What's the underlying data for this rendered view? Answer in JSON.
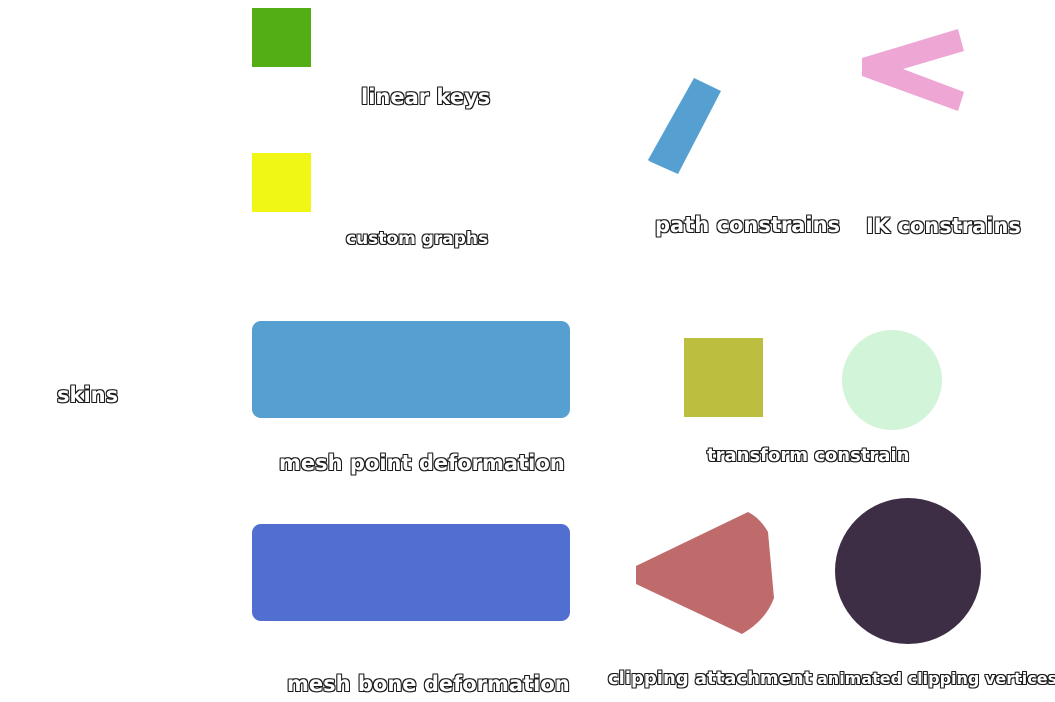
{
  "colors": {
    "linear_keys_square": "#52ae14",
    "custom_graphs_square": "#f0f715",
    "path_bar": "#55a0d1",
    "ik_chevron": "#eea7d5",
    "mesh_point_rect": "#55a0d1",
    "transform_square": "#bcbe40",
    "transform_circle": "#d2f5da",
    "mesh_bone_rect": "#506fd1",
    "clipping_polygon": "#bf6a6b",
    "animated_clipping_circle": "#3d2e46",
    "label_outline": "#1a1a1a",
    "label_fill": "#ffffff"
  },
  "labels": {
    "skins": "skins",
    "linear_keys": "linear keys",
    "custom_graphs": "custom graphs",
    "path_constrains": "path constrains",
    "ik_constrains": "IK constrains",
    "mesh_point_deformation": "mesh point deformation",
    "transform_constrain": "transform constrain",
    "mesh_bone_deformation": "mesh bone deformation",
    "clipping_attachment": "clipping attachment",
    "animated_clipping_vertices": "animated clipping vertices"
  }
}
